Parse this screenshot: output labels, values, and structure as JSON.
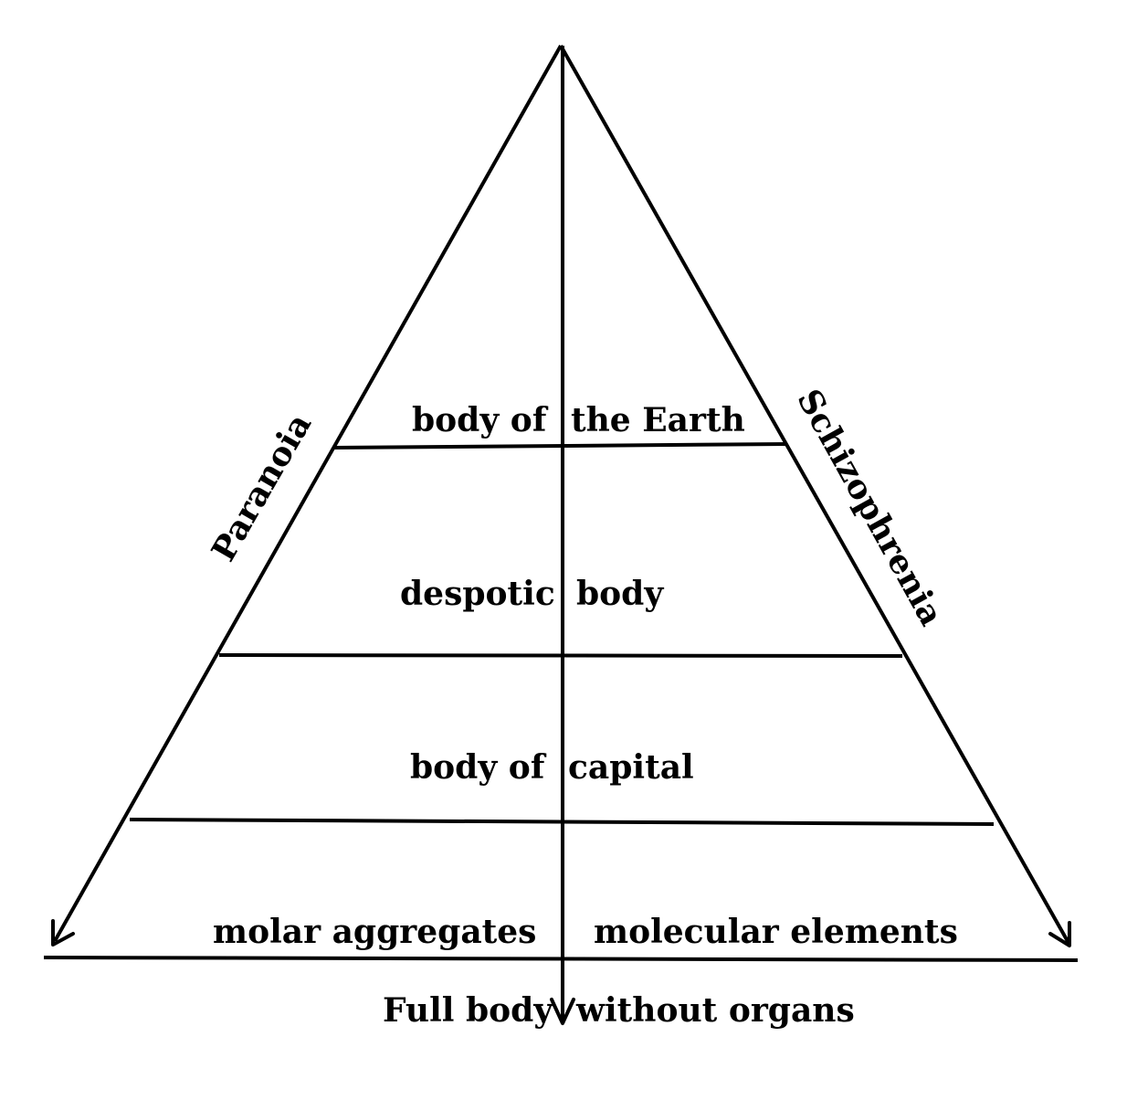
{
  "diagram": {
    "sides": {
      "left": "Paranoia",
      "right": "Schizophrenia"
    },
    "levels": [
      {
        "left": "body of",
        "right": "the Earth"
      },
      {
        "left": "despotic",
        "right": "body"
      },
      {
        "left": "body of",
        "right": "capital"
      },
      {
        "left": "molar aggregates",
        "right": "molecular elements"
      }
    ],
    "base": {
      "left": "Full body",
      "right": "without organs"
    },
    "colors": {
      "line": "#000000",
      "text": "#000000",
      "background": "#ffffff"
    }
  }
}
